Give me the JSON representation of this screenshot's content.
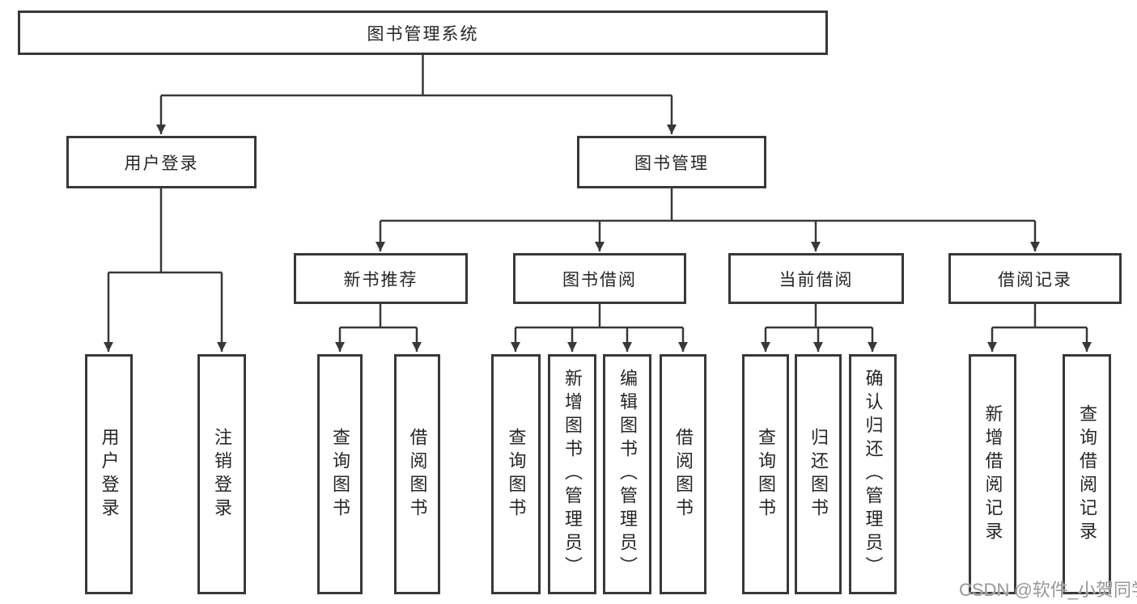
{
  "title": "图书管理系统",
  "tree": {
    "label": "图书管理系统",
    "children": [
      {
        "label": "用户登录",
        "children": [
          {
            "label": "用户登录"
          },
          {
            "label": "注销登录"
          }
        ]
      },
      {
        "label": "图书管理",
        "children": [
          {
            "label": "新书推荐",
            "children": [
              {
                "label": "查询图书"
              },
              {
                "label": "借阅图书"
              }
            ]
          },
          {
            "label": "图书借阅",
            "children": [
              {
                "label": "查询图书"
              },
              {
                "label": "新增图书（管理员）"
              },
              {
                "label": "编辑图书（管理员）"
              },
              {
                "label": "借阅图书"
              }
            ]
          },
          {
            "label": "当前借阅",
            "children": [
              {
                "label": "查询图书"
              },
              {
                "label": "归还图书"
              },
              {
                "label": "确认归还（管理员）"
              }
            ]
          },
          {
            "label": "借阅记录",
            "children": [
              {
                "label": "新增借阅记录"
              },
              {
                "label": "查询借阅记录"
              }
            ]
          }
        ]
      }
    ]
  },
  "watermark": "CSDN @软件_小贺同学",
  "colors": {
    "line": "#383838",
    "border": "#383838",
    "text": "#262626",
    "background": "#ffffff",
    "watermark": "#808080"
  }
}
